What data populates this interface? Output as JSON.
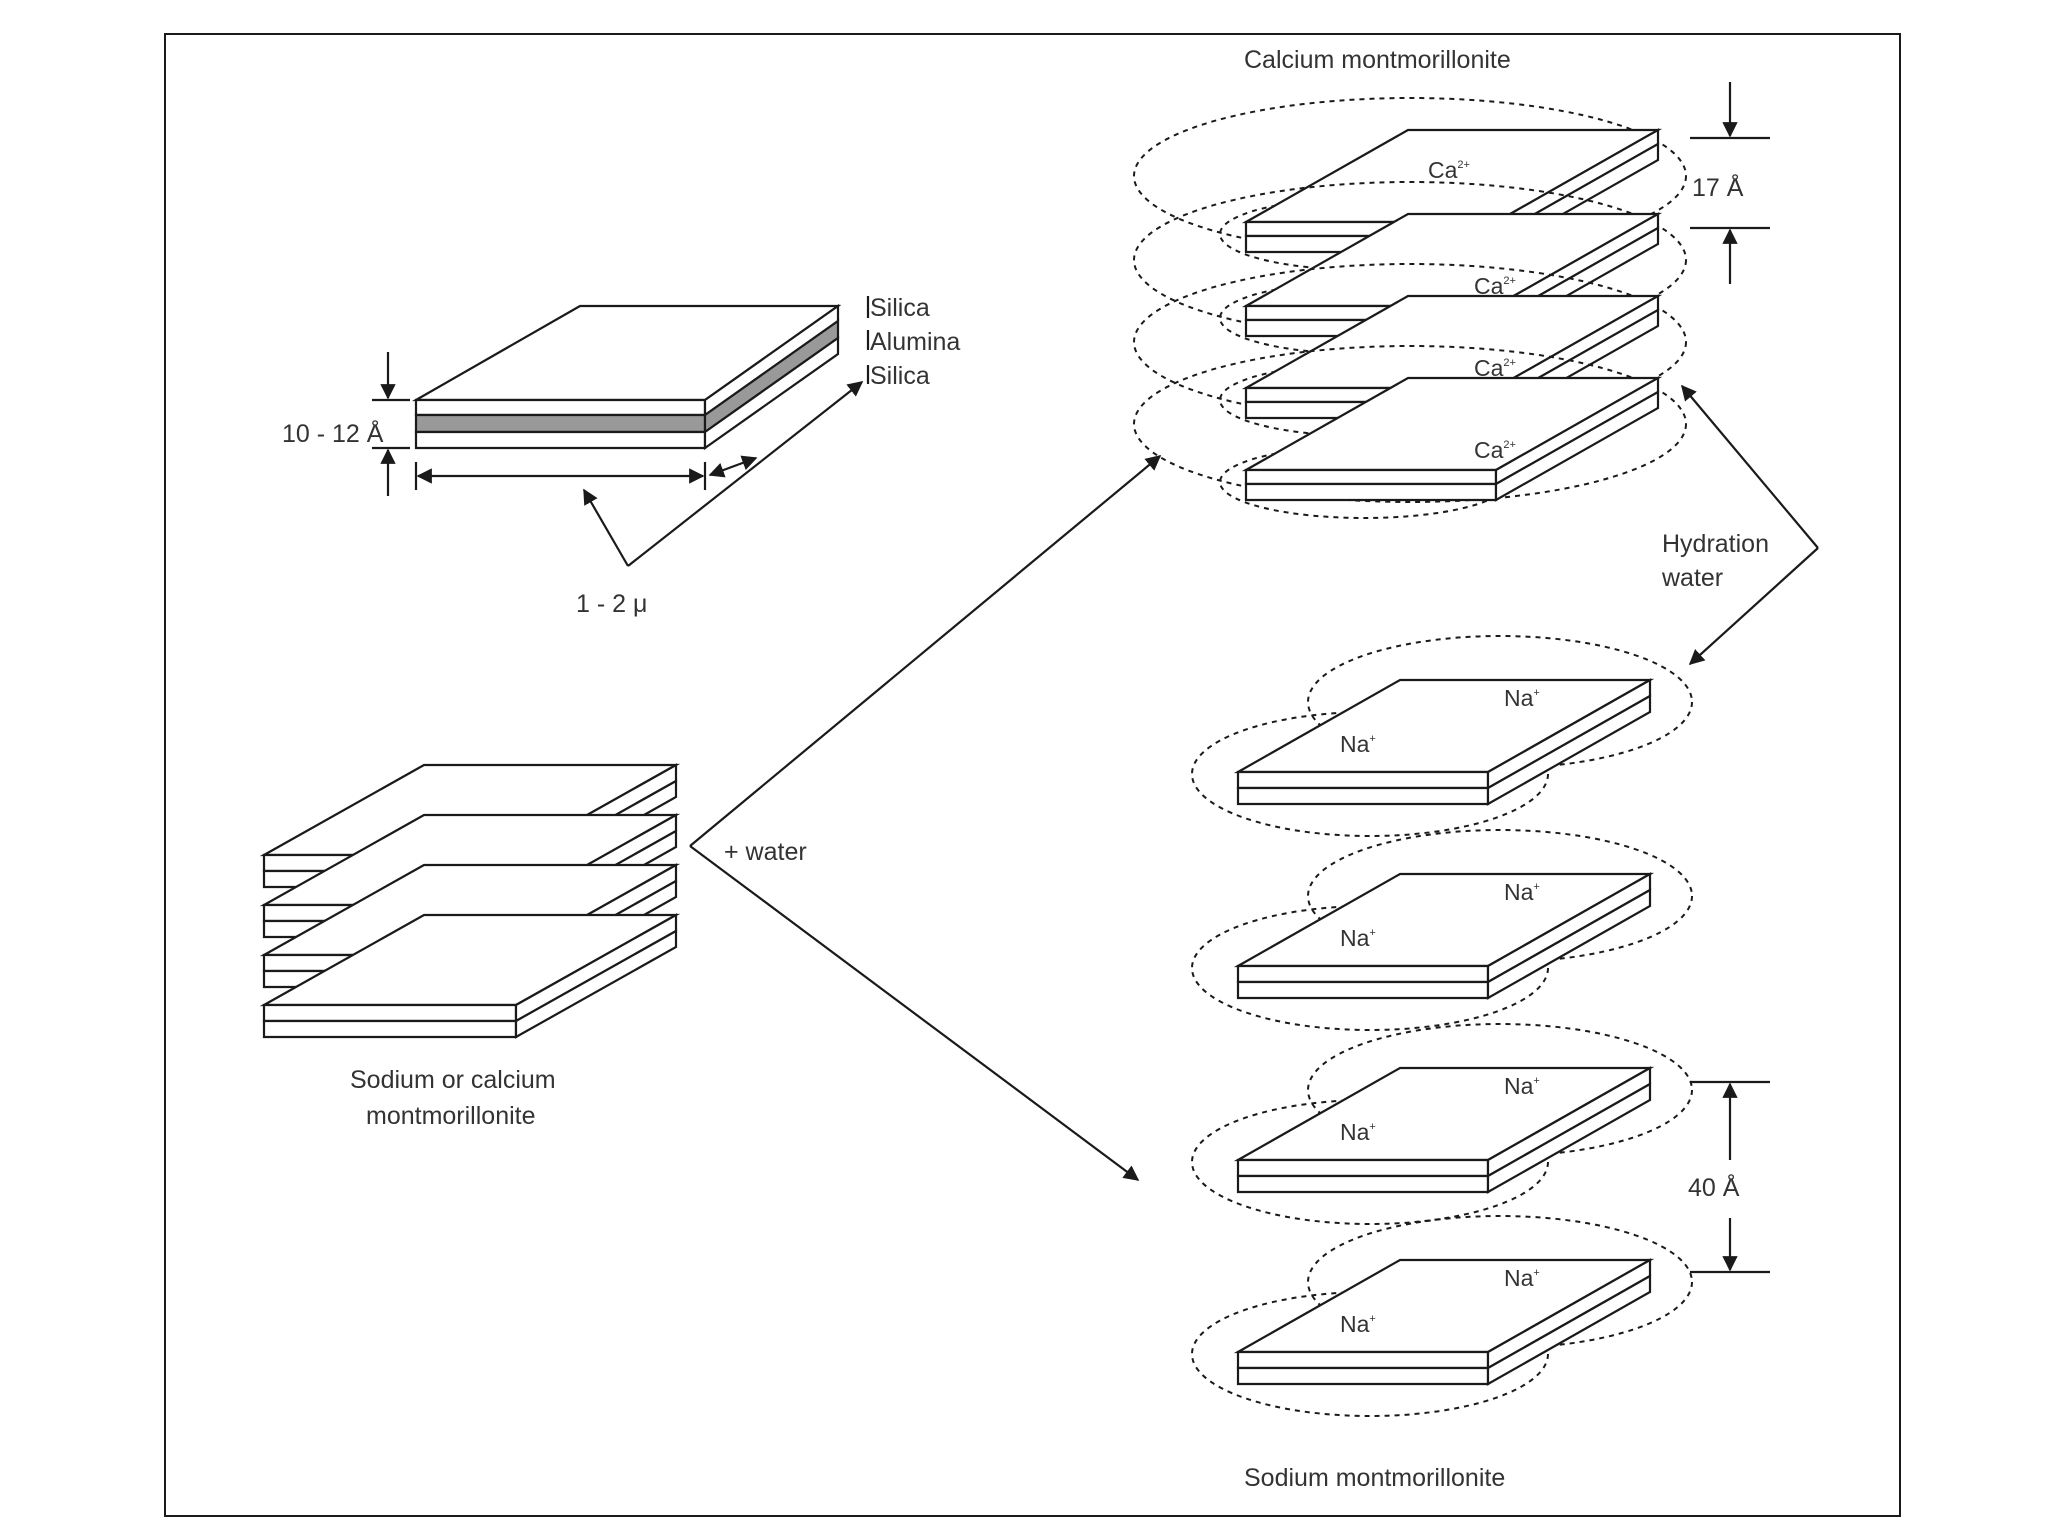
{
  "layer_labels": {
    "top": "Silica",
    "middle": "Alumina",
    "bottom": "Silica"
  },
  "unit_thickness": "10 - 12 Å",
  "platelet_size": "1 - 2 μ",
  "dry_stack_caption": [
    "Sodium or calcium",
    "montmorillonite"
  ],
  "reaction_label": "+ water",
  "calcium": {
    "title": "Calcium montmorillonite",
    "spacing": "17 Å",
    "ion": "Ca",
    "charge": "2+"
  },
  "hydration_label": [
    "Hydration",
    "water"
  ],
  "sodium": {
    "title": "Sodium montmorillonite",
    "spacing": "40 Å",
    "ion": "Na",
    "charge": "+"
  },
  "colors": {
    "ink": "#1a1a1a",
    "text": "#333333",
    "alumina": "#999999"
  }
}
